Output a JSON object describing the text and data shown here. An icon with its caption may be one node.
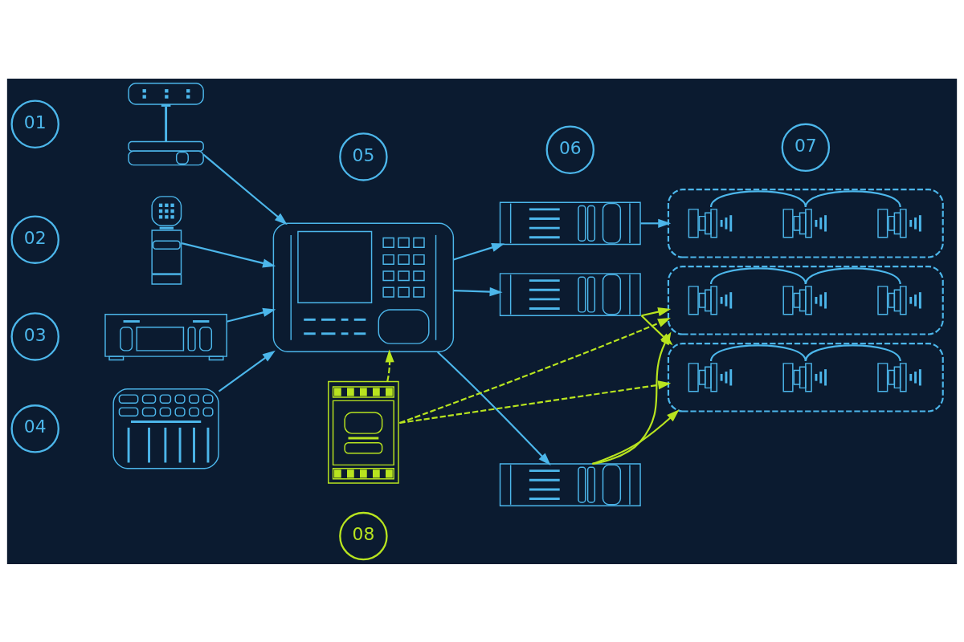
{
  "diagram": {
    "nodes": [
      {
        "text": [
          "01"
        ]
      },
      {
        "text": [],
        "shape": "picture"
      },
      {
        "text": [
          "02"
        ]
      },
      {
        "text": [],
        "shape": "picture"
      },
      {
        "text": [
          "03"
        ]
      },
      {
        "text": [],
        "shape": "picture"
      },
      {
        "text": [
          "04"
        ]
      },
      {
        "text": [],
        "shape": "picture"
      },
      {
        "text": [
          "05"
        ]
      },
      {
        "text": [],
        "shape": "picture"
      },
      {
        "text": [
          "06"
        ]
      },
      {
        "text": [],
        "shape": "picture"
      },
      {
        "text": [],
        "shape": "picture"
      },
      {
        "text": [],
        "shape": "picture"
      },
      {
        "text": [
          "07"
        ]
      },
      {
        "text": [],
        "shape": "box"
      },
      {
        "text": [],
        "shape": "picture",
        "in": 15
      },
      {
        "text": [],
        "shape": "picture",
        "in": 15
      },
      {
        "text": [],
        "shape": "picture",
        "in": 15
      },
      {
        "text": [],
        "shape": "box"
      },
      {
        "text": [],
        "shape": "picture",
        "in": 19
      },
      {
        "text": [],
        "shape": "picture",
        "in": 19
      },
      {
        "text": [],
        "shape": "picture",
        "in": 19
      },
      {
        "text": [],
        "shape": "box"
      },
      {
        "text": [],
        "shape": "picture",
        "in": 23
      },
      {
        "text": [],
        "shape": "picture",
        "in": 23
      },
      {
        "text": [],
        "shape": "picture",
        "in": 23
      },
      {
        "text": [],
        "shape": "picture"
      },
      {
        "text": [
          "08"
        ]
      }
    ],
    "edges": [
      {
        "from": 1,
        "to": 9,
        "arrow": "to"
      },
      {
        "from": 3,
        "to": 9,
        "arrow": "to"
      },
      {
        "from": 5,
        "to": 9,
        "arrow": "to"
      },
      {
        "from": 7,
        "to": 9,
        "arrow": "to"
      },
      {
        "from": 9,
        "to": 11,
        "arrow": "to"
      },
      {
        "from": 9,
        "to": 12,
        "arrow": "to"
      },
      {
        "from": 9,
        "to": 13,
        "arrow": "to"
      },
      {
        "from": 11,
        "to": 15,
        "arrow": "to"
      },
      {
        "from": 12,
        "to": 19,
        "arrow": "to",
        "color": "#b8e41f"
      },
      {
        "from": 12,
        "to": 23,
        "arrow": "to",
        "color": "#b8e41f"
      },
      {
        "from": 13,
        "to": 19,
        "arrow": "to",
        "color": "#b8e41f"
      },
      {
        "from": 13,
        "to": 23,
        "arrow": "to",
        "color": "#b8e41f"
      },
      {
        "from": 27,
        "to": 9,
        "arrow": "to",
        "style": "dashed",
        "color": "#b8e41f"
      },
      {
        "from": 27,
        "to": 19,
        "arrow": "to",
        "style": "dashed",
        "color": "#b8e41f"
      },
      {
        "from": 27,
        "to": 23,
        "arrow": "to",
        "style": "dashed",
        "color": "#b8e41f"
      },
      {
        "from": 16,
        "to": 17,
        "arrow": "none"
      },
      {
        "from": 17,
        "to": 18,
        "arrow": "none"
      },
      {
        "from": 20,
        "to": 21,
        "arrow": "none"
      },
      {
        "from": 21,
        "to": 22,
        "arrow": "none"
      },
      {
        "from": 24,
        "to": 25,
        "arrow": "none"
      },
      {
        "from": 25,
        "to": 26,
        "arrow": "none"
      }
    ]
  }
}
